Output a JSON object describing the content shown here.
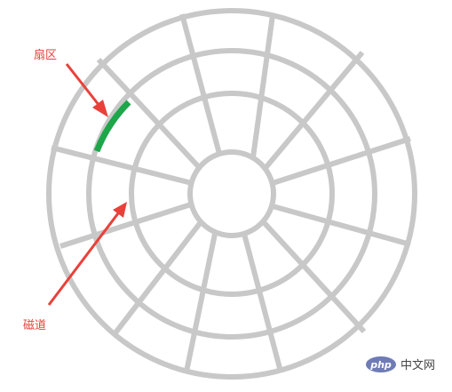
{
  "labels": {
    "sector": "扇区",
    "track": "磁道"
  },
  "watermark": {
    "badge": "php",
    "text": "中文网"
  },
  "colors": {
    "disk_lines": "#c8c8c8",
    "highlight": "#1ea64a",
    "arrow": "#e8413a",
    "label_text": "#e8413a",
    "watermark_badge_bg": "#6f7bb6",
    "watermark_text": "#444444"
  },
  "disk": {
    "track_count": 4,
    "sector_count": 12,
    "highlighted_sector": 1,
    "highlighted_track": 3
  }
}
